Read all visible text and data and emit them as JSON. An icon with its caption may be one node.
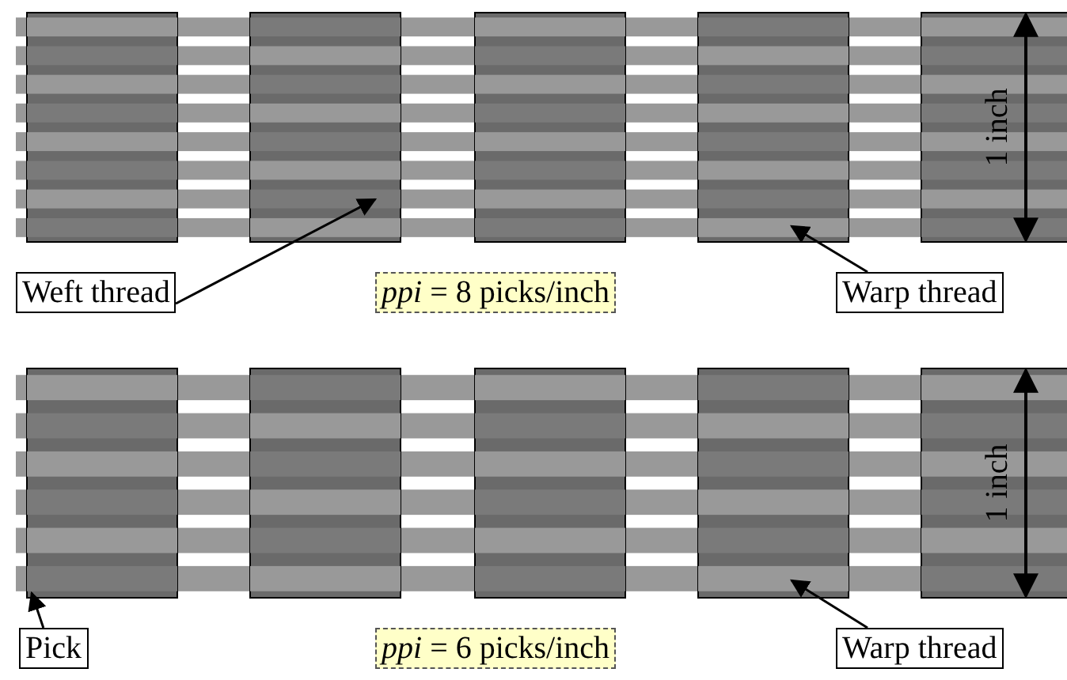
{
  "diagram": {
    "nodes": [
      {
        "text": [
          "Weft thread"
        ]
      },
      {
        "text": [
          "*ppi* = 8 picks/inch"
        ]
      },
      {
        "text": [
          "Warp thread"
        ]
      },
      {
        "text": [
          "Pick"
        ]
      },
      {
        "text": [
          "*ppi* = 6 picks/inch"
        ]
      },
      {
        "text": [
          "Warp thread"
        ]
      }
    ],
    "edges": [
      {
        "from": 0,
        "to": null,
        "arrow": "to"
      },
      {
        "from": 2,
        "to": null,
        "arrow": "to"
      },
      {
        "from": 3,
        "to": null,
        "arrow": "to"
      },
      {
        "from": 5,
        "to": null,
        "arrow": "to"
      }
    ],
    "labels": [
      "1 inch",
      "1 inch"
    ]
  }
}
